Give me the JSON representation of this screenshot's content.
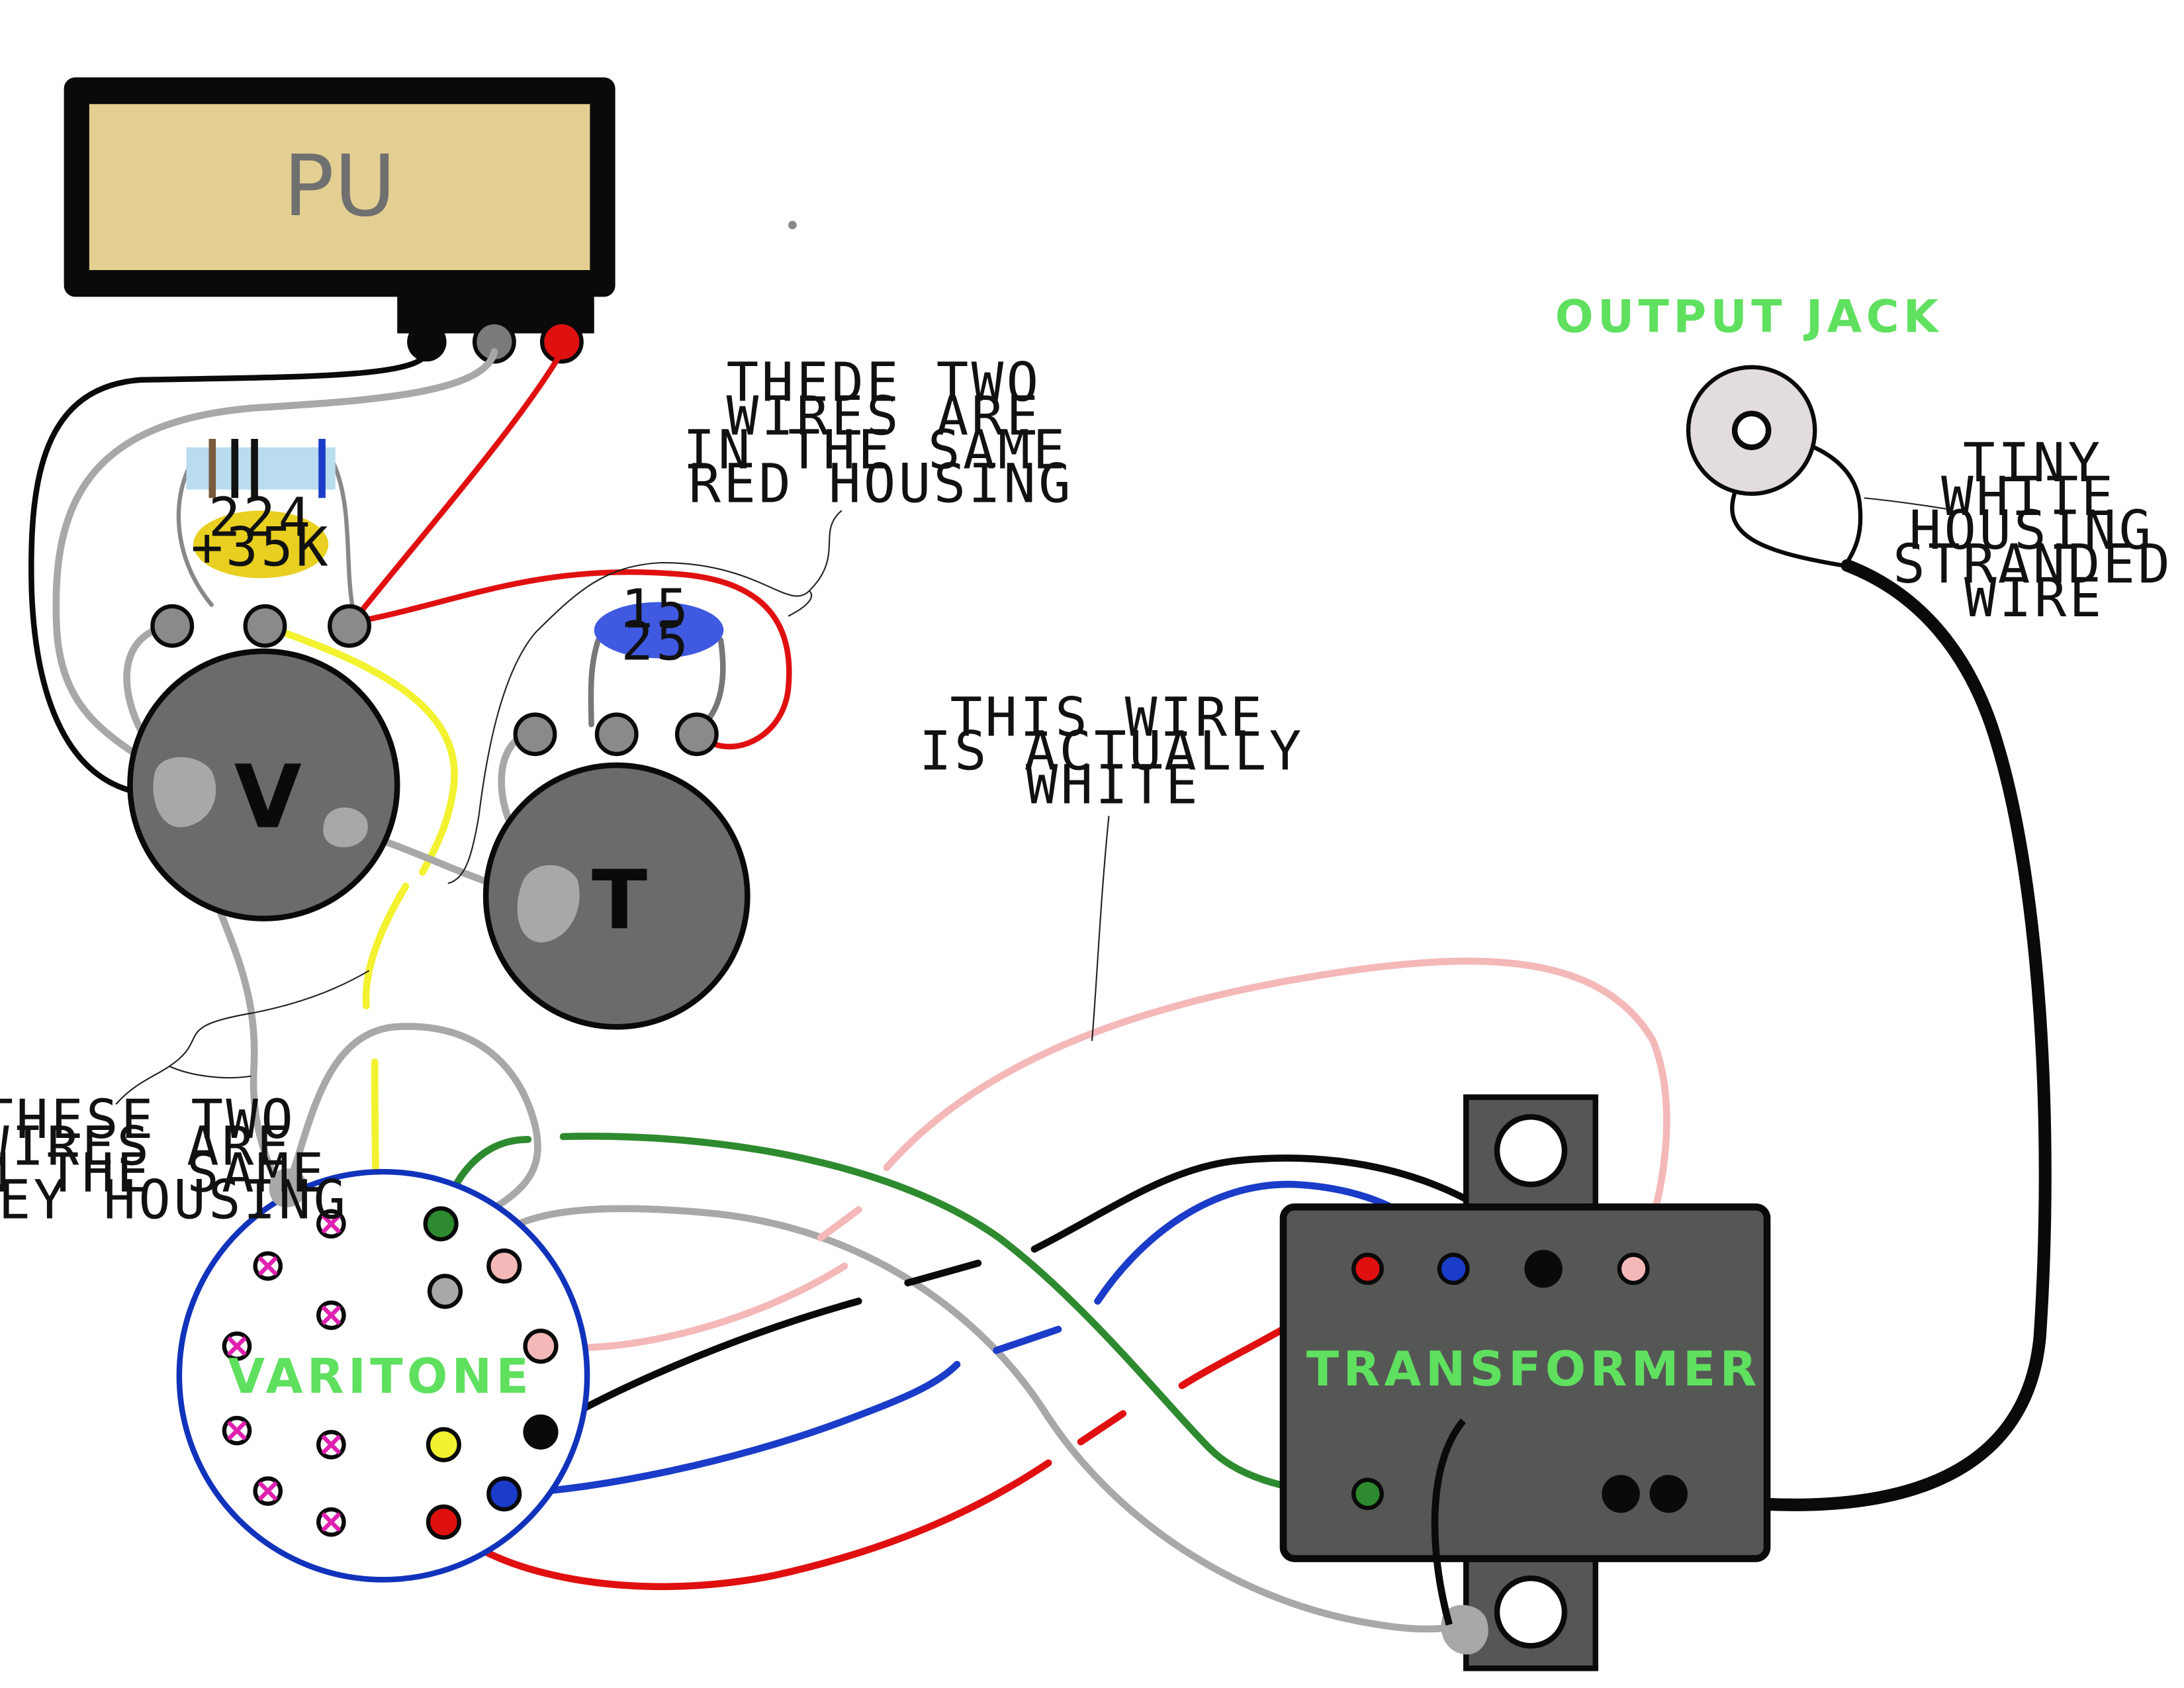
{
  "components": {
    "pickup": {
      "label": "PU"
    },
    "resistor_cap": {
      "label_line1": "224",
      "label_line2": "+35K"
    },
    "volume_pot": {
      "label": "V"
    },
    "tone_cap": {
      "label_line1": "15",
      "label_line2": "25"
    },
    "tone_pot": {
      "label": "T"
    },
    "varitone": {
      "label": "VARITONE"
    },
    "transformer": {
      "label": "TRANSFORMER"
    },
    "output_jack": {
      "label": "OUTPUT JACK"
    }
  },
  "annotations": {
    "red_housing": [
      "THEDE TWO",
      "WIRES ARE",
      "IN THE SAME",
      "RED HOUSING"
    ],
    "grey_housing": [
      "THESE TWO",
      "WIRES ARE",
      "IN THE SAME",
      "GREY HOUSING"
    ],
    "white_wire": [
      "THIS WIRE",
      "IS ACTUALLY",
      "WHITE"
    ],
    "jack_wire": [
      "TINY",
      "WHITE",
      "HOUSING",
      "STRANDED",
      "WIRE"
    ]
  },
  "colors": {
    "pickup_fill": "#e4cf92",
    "pot_fill": "#6b6b6b",
    "lug_fill": "#8a8a8a",
    "transformer_fill": "#555755",
    "label_green": "#5fe05f",
    "varitone_ring": "#1133bb",
    "unused_pin_mark": "#e020b0",
    "wire_red": "#e01010",
    "wire_black": "#0a0a0a",
    "wire_grey": "#a8a8a8",
    "wire_yellow": "#f2f230",
    "wire_green": "#2e8a2e",
    "wire_blue": "#1a3cc8",
    "wire_pink": "#f4b8b8"
  }
}
